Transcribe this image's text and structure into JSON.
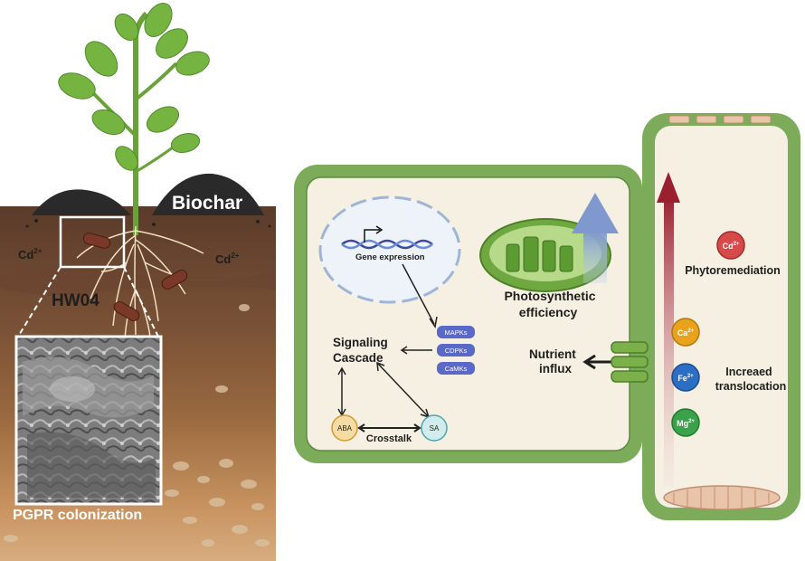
{
  "soil": {
    "biochar_label": "Biochar",
    "cd_label_left": "Cd",
    "cd_label_right": "Cd",
    "cd_sup": "2+",
    "strain_label": "HW04",
    "micrograph_caption": "PGPR colonization"
  },
  "cell": {
    "gene_expression": "Gene expression",
    "kinases": [
      "MAPKs",
      "CDPKs",
      "CaMKs"
    ],
    "signaling_line1": "Signaling",
    "signaling_line2": "Cascade",
    "aba": "ABA",
    "sa": "SA",
    "crosstalk": "Crosstalk",
    "photo_line1": "Photosynthetic",
    "photo_line2": "efficiency",
    "nutrient_line1": "Nutrient",
    "nutrient_line2": "influx"
  },
  "vessel": {
    "phytoremediation": "Phytoremediation",
    "translocation_line1": "Increaed",
    "translocation_line2": "translocation",
    "ions": [
      {
        "symbol": "Cd",
        "charge": "2+",
        "color": "#d84a4a"
      },
      {
        "symbol": "Ca",
        "charge": "2+",
        "color": "#e8a21c"
      },
      {
        "symbol": "Fe",
        "charge": "2+",
        "color": "#2a6fc4"
      },
      {
        "symbol": "Mg",
        "charge": "2+",
        "color": "#3aa24a"
      }
    ]
  },
  "colors": {
    "cell_wall": "#7cab5a",
    "cytoplasm": "#f5f0e2",
    "arrow_up": "#9a2030",
    "photo_arrow": "#8fa6d4"
  }
}
